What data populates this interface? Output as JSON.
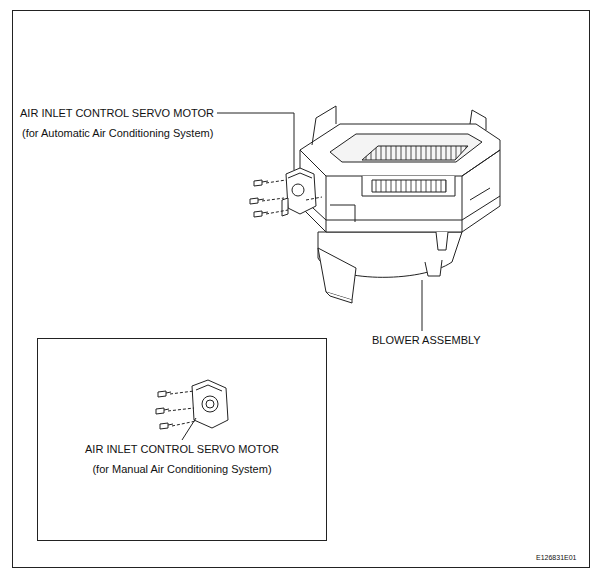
{
  "diagram": {
    "nodes": [
      {
        "text": [
          "AIR INLET CONTROL SERVO MOTOR",
          "(for Manual Air Conditioning System)"
        ]
      }
    ],
    "labels": [
      "AIR INLET CONTROL SERVO MOTOR",
      "(for Automatic Air Conditioning System)",
      "BLOWER ASSEMBLY",
      "E126831E01"
    ]
  }
}
